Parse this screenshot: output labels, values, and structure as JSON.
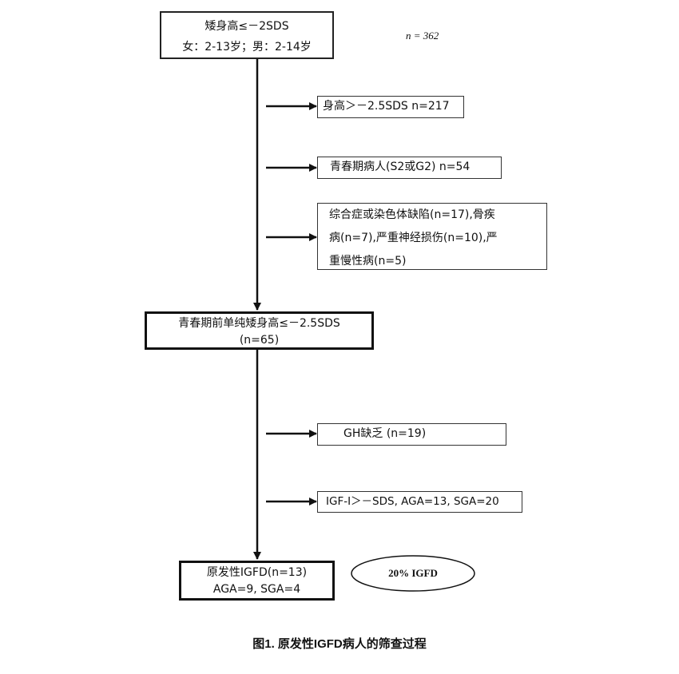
{
  "sample": {
    "n_label": "n = 362"
  },
  "boxes": {
    "start": {
      "lines": [
        "矮身高≤－2SDS",
        "女：2-13岁；男：2-14岁"
      ]
    },
    "excl_height": {
      "lines": [
        "身高＞－2.5SDS n=217"
      ]
    },
    "excl_puberty": {
      "lines": [
        "青春期病人(S2或G2) n=54"
      ]
    },
    "excl_disease": {
      "lines": [
        "综合症或染色体缺陷(n=17),骨疾",
        "病(n=7),严重神经损伤(n=10),严",
        "重慢性病(n=5)"
      ]
    },
    "prepubertal": {
      "lines": [
        "青春期前单纯矮身高≤－2.5SDS",
        "(n=65)"
      ]
    },
    "excl_gh": {
      "lines": [
        "GH缺乏 (n=19)"
      ]
    },
    "excl_igf": {
      "lines": [
        "IGF-I＞－SDS, AGA=13, SGA=20"
      ]
    },
    "primary_igfd": {
      "lines": [
        "原发性IGFD(n=13)",
        "AGA=9, SGA=4"
      ]
    }
  },
  "ellipse": {
    "label": "20% IGFD"
  },
  "caption": "图1. 原发性IGFD病人的筛查过程",
  "colors": {
    "stroke": "#111111",
    "background": "#ffffff"
  }
}
